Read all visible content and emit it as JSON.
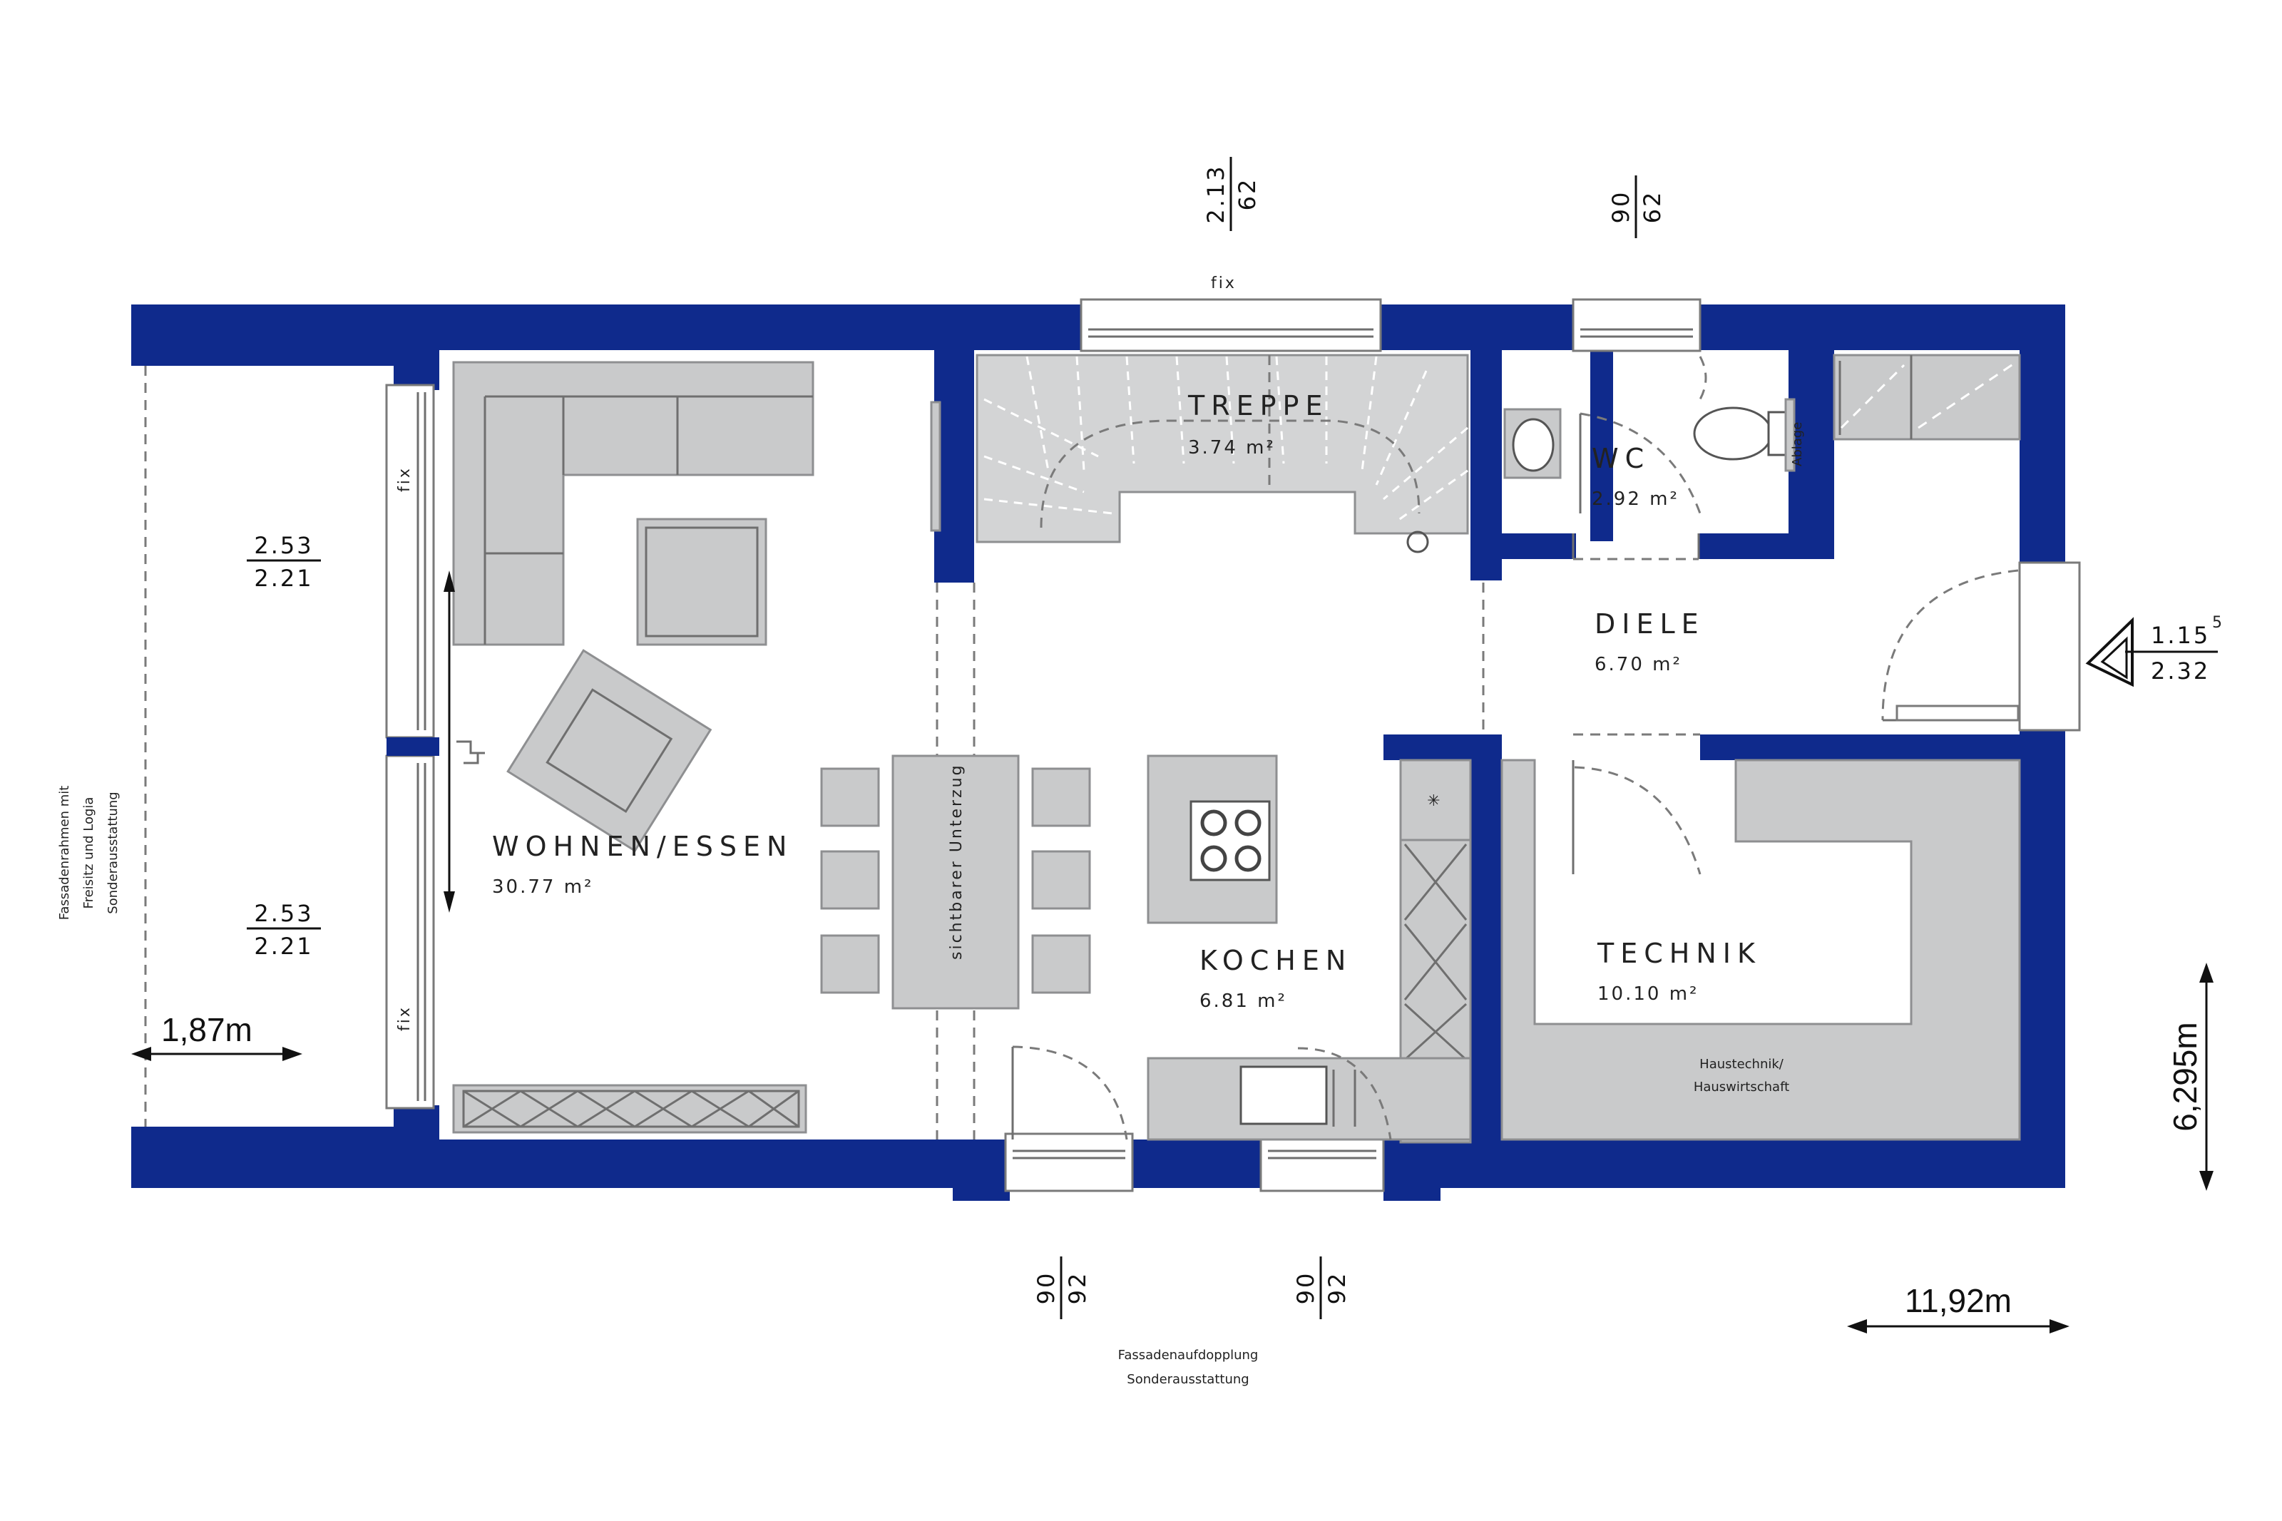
{
  "rooms": {
    "wohnen": {
      "name": "WOHNEN/ESSEN",
      "area": "30.77 m²"
    },
    "treppe": {
      "name": "TREPPE",
      "area": "3.74 m²"
    },
    "wc": {
      "name": "WC",
      "area": "2.92 m²"
    },
    "diele": {
      "name": "DIELE",
      "area": "6.70 m²"
    },
    "kochen": {
      "name": "KOCHEN",
      "area": "6.81 m²"
    },
    "technik": {
      "name": "TECHNIK",
      "area": "10.10 m²",
      "note_1": "Haustechnik/",
      "note_2": "Hauswirtschaft"
    }
  },
  "labels": {
    "fix_top": "fix",
    "fix_left_upper": "fix",
    "fix_left_lower": "fix",
    "unterzug": "sichtbarer Unterzug",
    "ablage": "Ablage",
    "fassade_left_1": "Fassadenrahmen mit",
    "fassade_left_2": "Freisitz und Logia",
    "fassade_left_3": "Sonderausstattung",
    "fassade_bottom_1": "Fassadenaufdopplung",
    "fassade_bottom_2": "Sonderausstattung"
  },
  "dimensions": {
    "top_window_1": {
      "top": "2.13",
      "bottom": "62"
    },
    "top_window_2": {
      "top": "90",
      "bottom": "62"
    },
    "left_window_upper": {
      "top": "2.53",
      "bottom": "2.21"
    },
    "left_window_lower": {
      "top": "2.53",
      "bottom": "2.21"
    },
    "entry": {
      "top": "1.15",
      "sup": "5",
      "bottom": "2.32"
    },
    "bottom_window_1": {
      "top": "90",
      "bottom": "92"
    },
    "bottom_window_2": {
      "top": "90",
      "bottom": "92"
    },
    "depth_loggia": "1,87m",
    "length_total": "11,92m",
    "width_total": "6,295m"
  },
  "colors": {
    "wall": "#0f2a8c",
    "furniture": "#c9cacb"
  }
}
